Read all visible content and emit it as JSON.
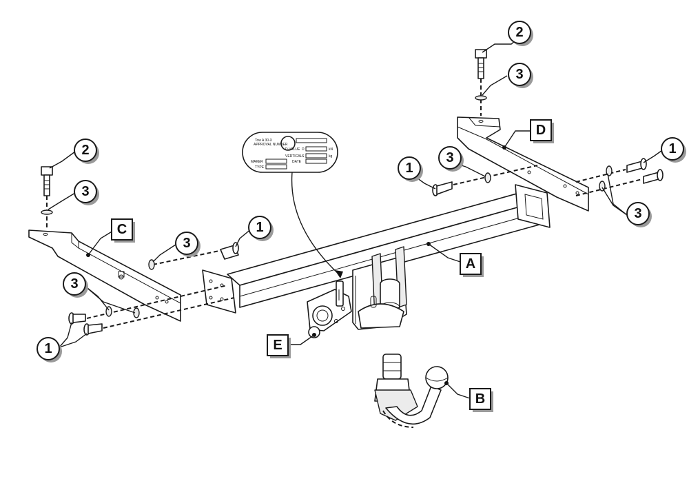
{
  "callouts": {
    "num_1": "1",
    "num_2": "2",
    "num_3": "3",
    "letter_a": "A",
    "letter_b": "B",
    "letter_c": "C",
    "letter_d": "D",
    "letter_e": "E"
  },
  "plate": {
    "line1": "Tow A 30-X",
    "line2": "APPROVAL NUMBER",
    "d_label": "D-VALUE",
    "d_letter": "D",
    "d_unit": "kN",
    "s_label": "VERTICAL",
    "s_letter": "S",
    "s_unit": "kg",
    "maker": "MAKER",
    "date": "DATE",
    "type": "TYPE"
  },
  "colors": {
    "line": "#1a1a1a",
    "shadow": "#9a9a9a",
    "fill": "#ffffff",
    "tint": "#ececec"
  }
}
